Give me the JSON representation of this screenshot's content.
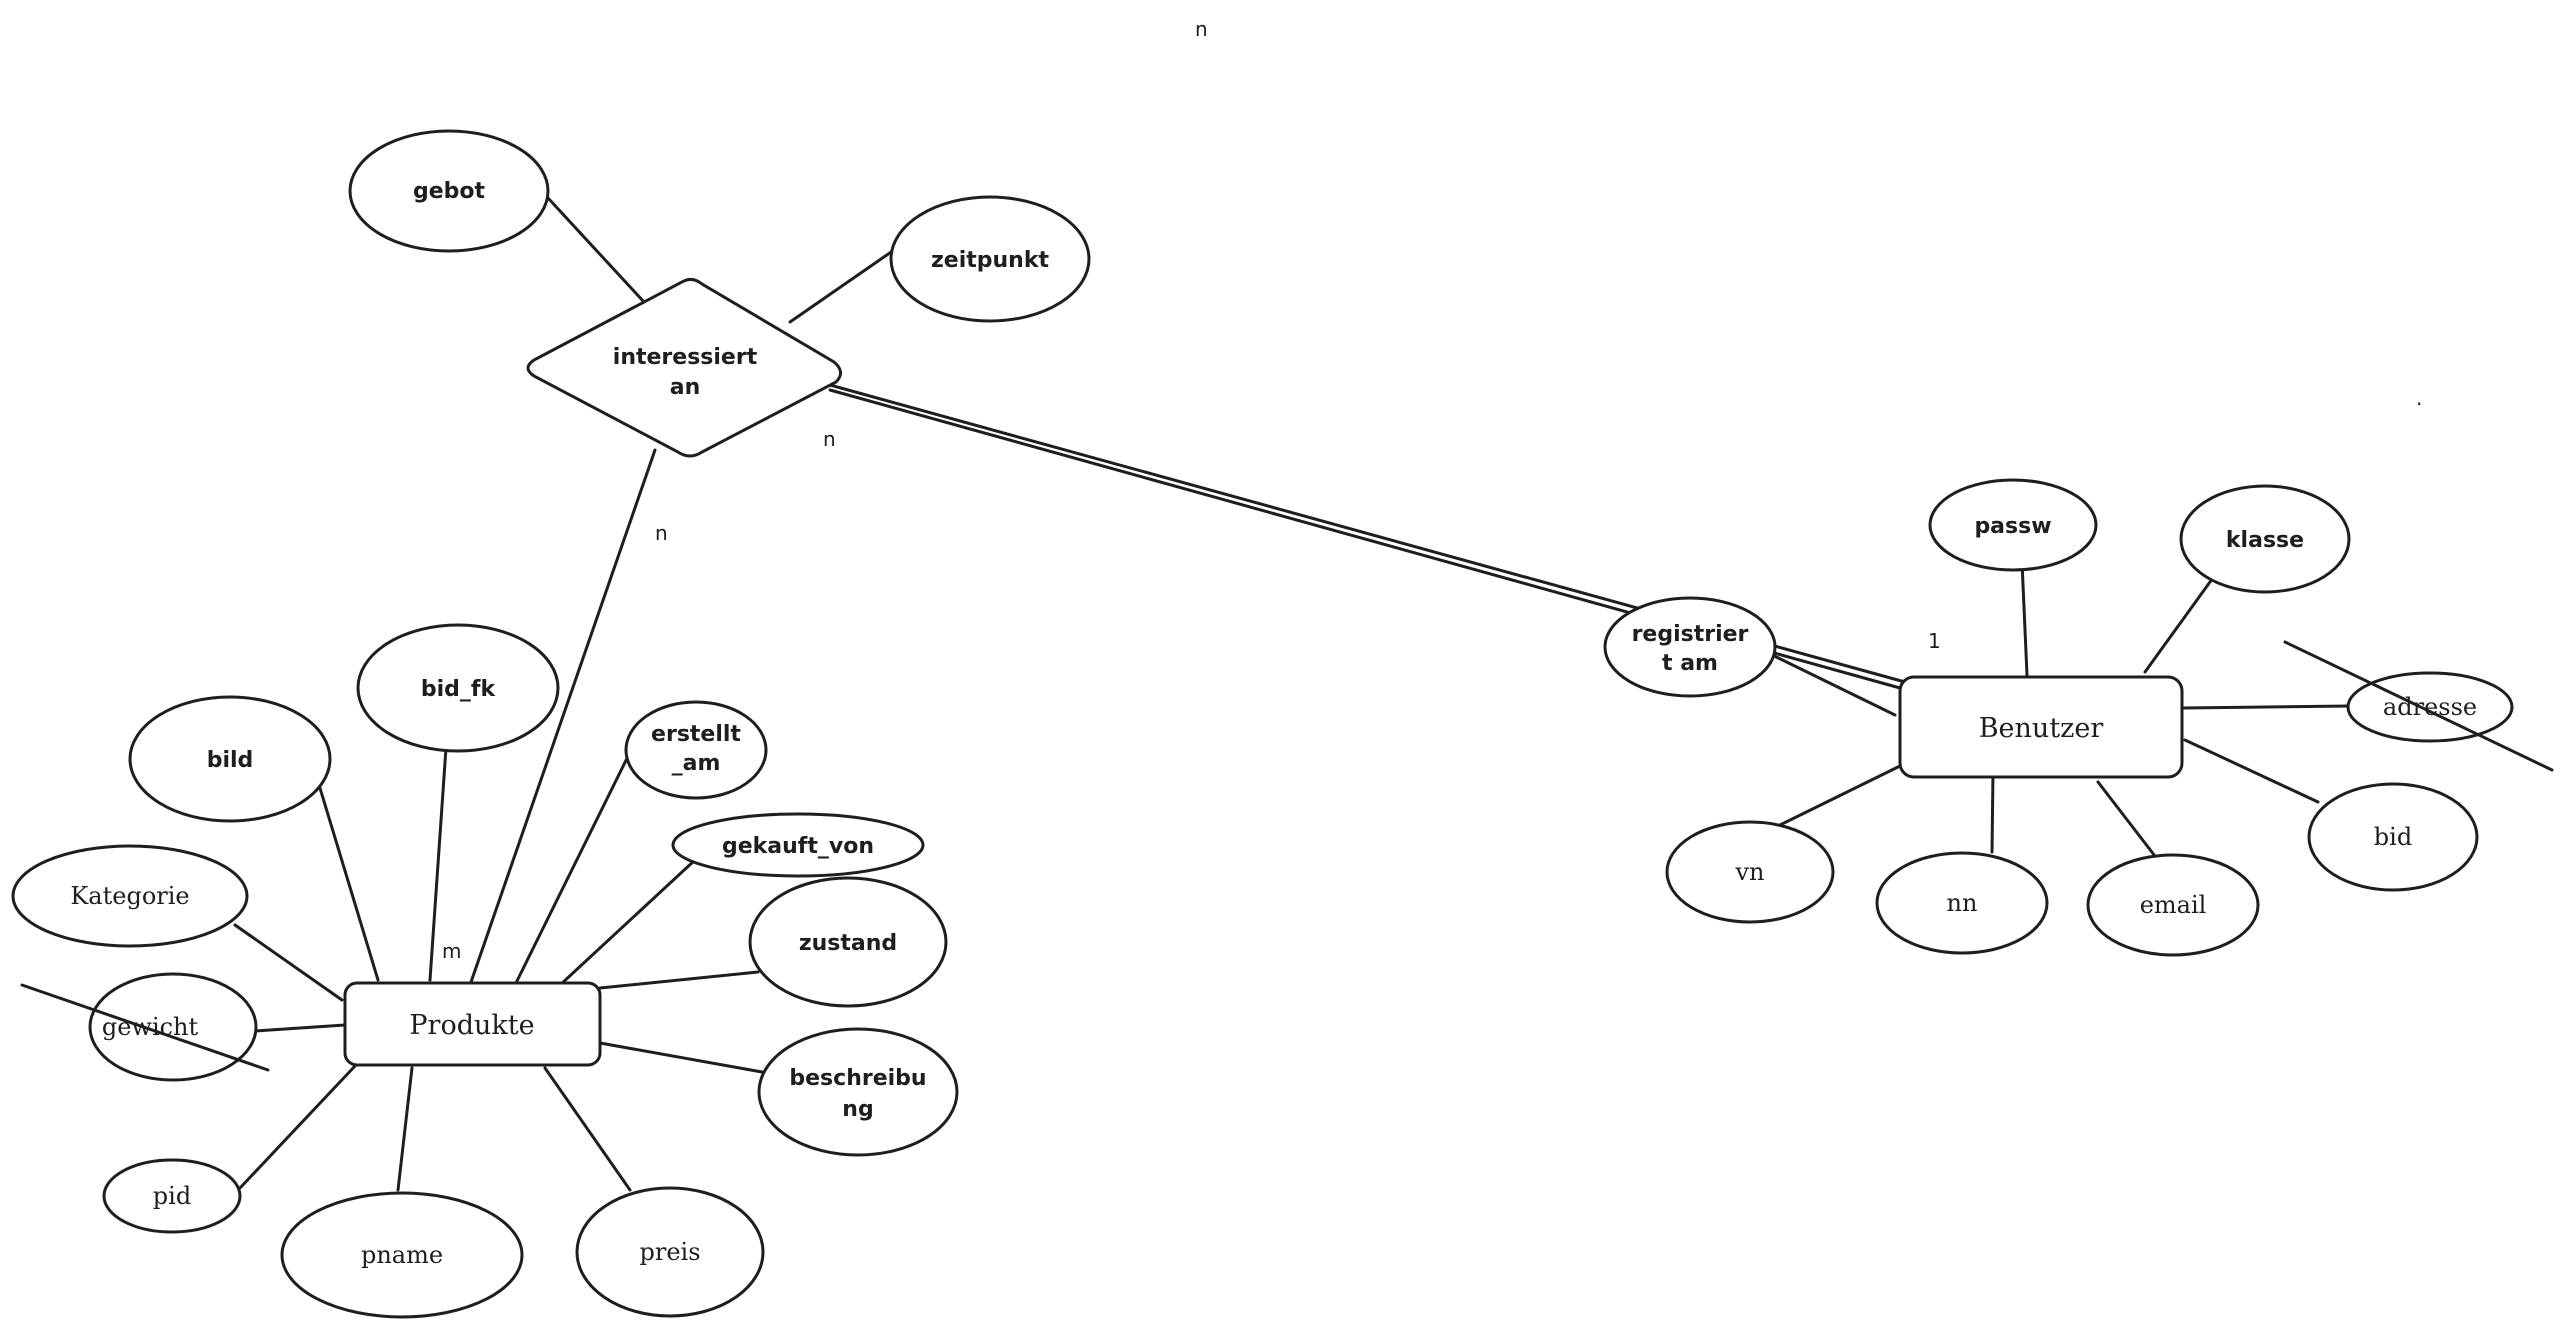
{
  "entities": {
    "produkte": "Produkte",
    "benutzer": "Benutzer"
  },
  "relationship": {
    "line1": "interessiert",
    "line2": "an"
  },
  "attributes": {
    "gebot": "gebot",
    "zeitpunkt": "zeitpunkt",
    "bid_fk": "bid_fk",
    "bild": "bild",
    "erstellt_am_1": "erstellt",
    "erstellt_am_2": "_am",
    "gekauft_von": "gekauft_von",
    "kategorie": "Kategorie",
    "zustand": "zustand",
    "gewicht": "gewicht",
    "beschreibung_1": "beschreibu",
    "beschreibung_2": "ng",
    "pid": "pid",
    "pname": "pname",
    "preis": "preis",
    "passw": "passw",
    "klasse": "klasse",
    "registriert_am_1": "registrier",
    "registriert_am_2": "t am",
    "adresse": "adresse",
    "bid": "bid",
    "vn": "vn",
    "nn": "nn",
    "email": "email"
  },
  "cardinalities": {
    "top_n": "n",
    "rel_right_n": "n",
    "rel_bottom_n": "n",
    "produkte_m": "m",
    "benutzer_1": "1"
  },
  "stray_marks": {
    "dot": "."
  }
}
